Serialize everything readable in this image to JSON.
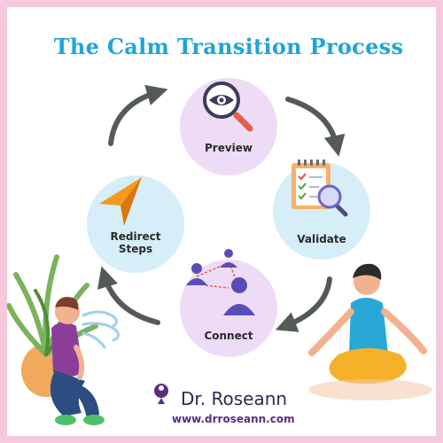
{
  "title": "The Calm Transition Process",
  "steps": {
    "preview": {
      "label": "Preview",
      "icon": "magnifier-eye-icon",
      "color": "#eedcf7"
    },
    "validate": {
      "label": "Validate",
      "icon": "checklist-clipboard-icon",
      "color": "#d5eef8"
    },
    "connect": {
      "label": "Connect",
      "icon": "connected-people-icon",
      "color": "#eedcf7"
    },
    "redirect": {
      "label": "Redirect\nSteps",
      "icon": "paper-plane-arrow-icon",
      "color": "#d5eef8"
    }
  },
  "colors": {
    "title": "#1fa5d6",
    "arrow": "#545b57",
    "border": "#f7c9dd",
    "plane": "#f39a1f"
  },
  "brand": {
    "name": "Dr. Roseann",
    "url": "www.drroseann.com"
  }
}
